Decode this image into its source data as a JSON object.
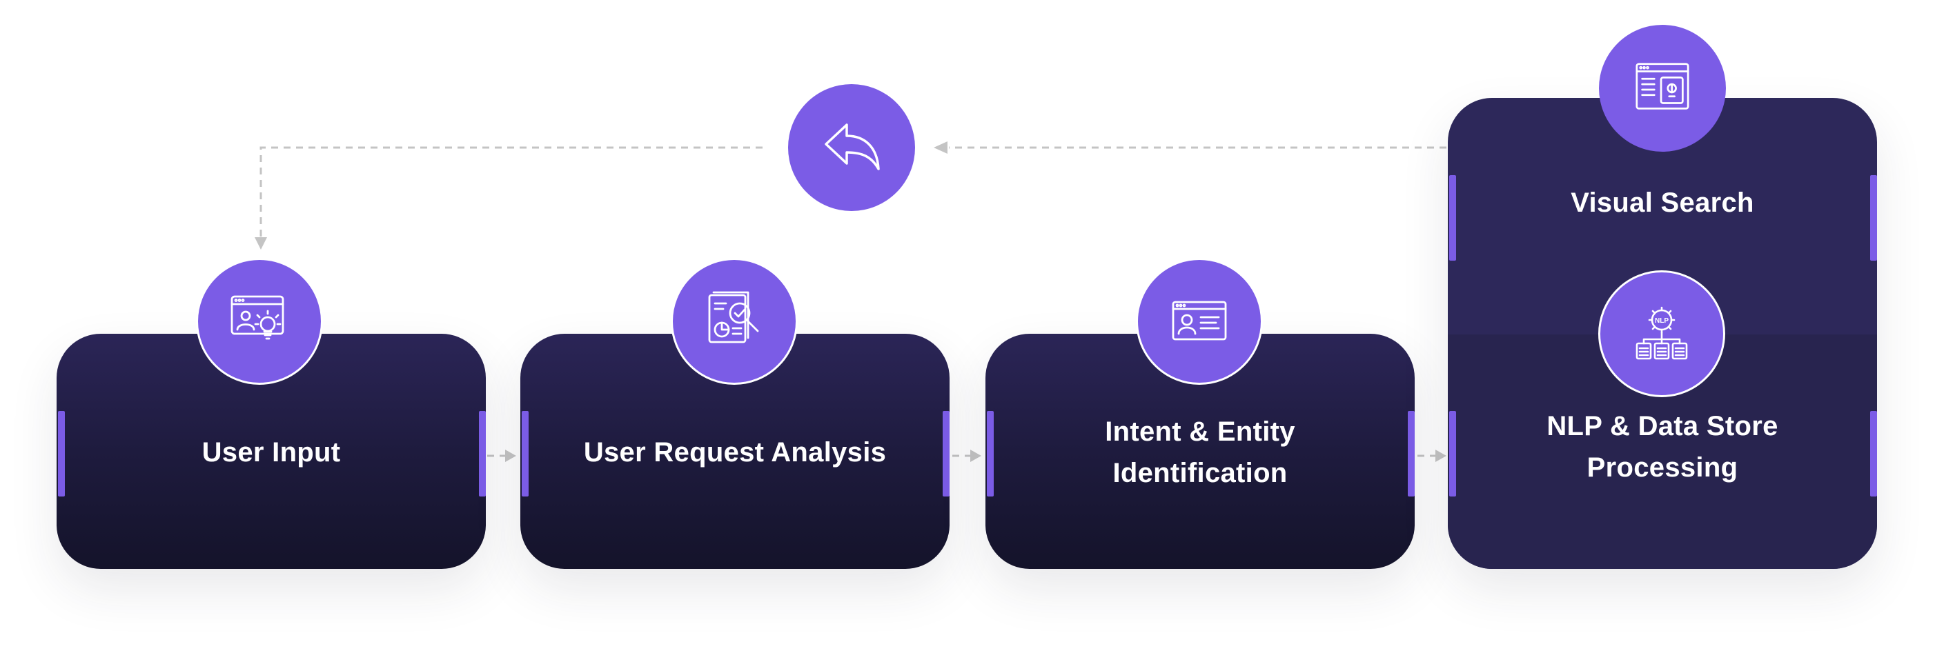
{
  "diagram": {
    "steps": [
      {
        "label": "User Input",
        "icon": "user-screen-idea-icon"
      },
      {
        "label": "User Request Analysis",
        "icon": "document-analysis-icon"
      },
      {
        "label": "Intent & Entity Identification",
        "label_line1": "Intent & Entity",
        "label_line2": "Identification",
        "icon": "id-card-icon"
      },
      {
        "upper": {
          "label": "Visual Search",
          "icon": "visual-search-icon"
        },
        "lower": {
          "label": "NLP & Data Store Processing",
          "label_line1": "NLP & Data Store",
          "label_line2": "Processing",
          "icon": "nlp-data-store-icon"
        }
      }
    ],
    "feedback": {
      "icon": "reply-arrow-icon"
    },
    "colors": {
      "accent": "#7b5ce6",
      "card_top": "#2b2557",
      "card_bottom": "#14132a",
      "connector": "#c4c4c4",
      "text": "#ffffff"
    }
  }
}
